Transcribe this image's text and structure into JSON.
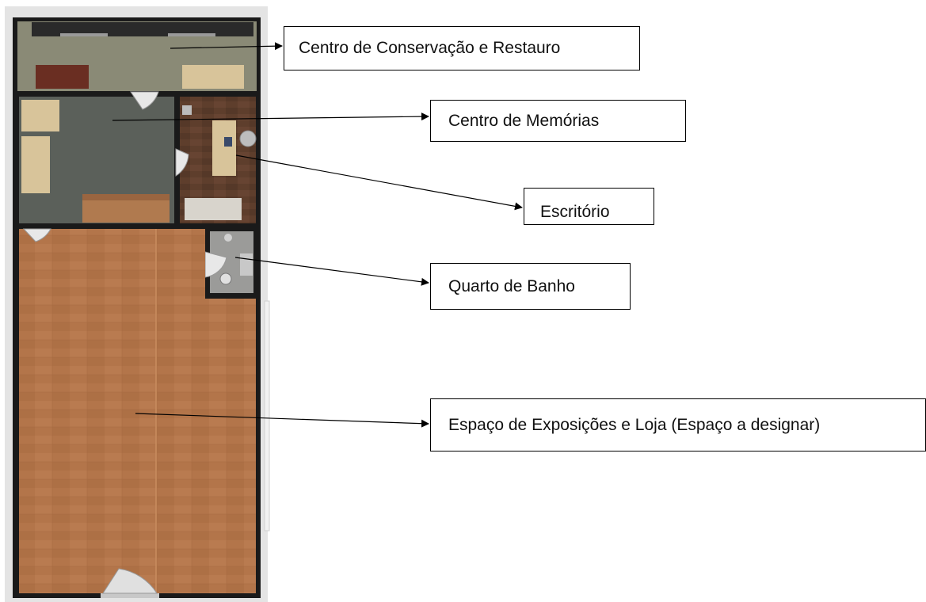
{
  "labels": {
    "conservacao": "Centro de Conservação e Restauro",
    "memorias": "Centro de Memórias",
    "escritorio": "Escritório",
    "banho": "Quarto de Banho",
    "exposicoes": "Espaço de Exposições e Loja (Espaço a designar)"
  },
  "colors": {
    "wall": "#1a1a1a",
    "frame_bg": "#e4e4e4",
    "conservacao_floor": "#8a8a76",
    "memorias_floor": "#5b605a",
    "escritorio_floor": "#5e3e2c",
    "banho_floor": "#9b9b99",
    "exposicoes_floor": "#b3754a",
    "furniture_light": "#d8c49a",
    "furniture_dark": "#6a2e22",
    "sofa": "#b07a4f",
    "arrow": "#000000"
  }
}
